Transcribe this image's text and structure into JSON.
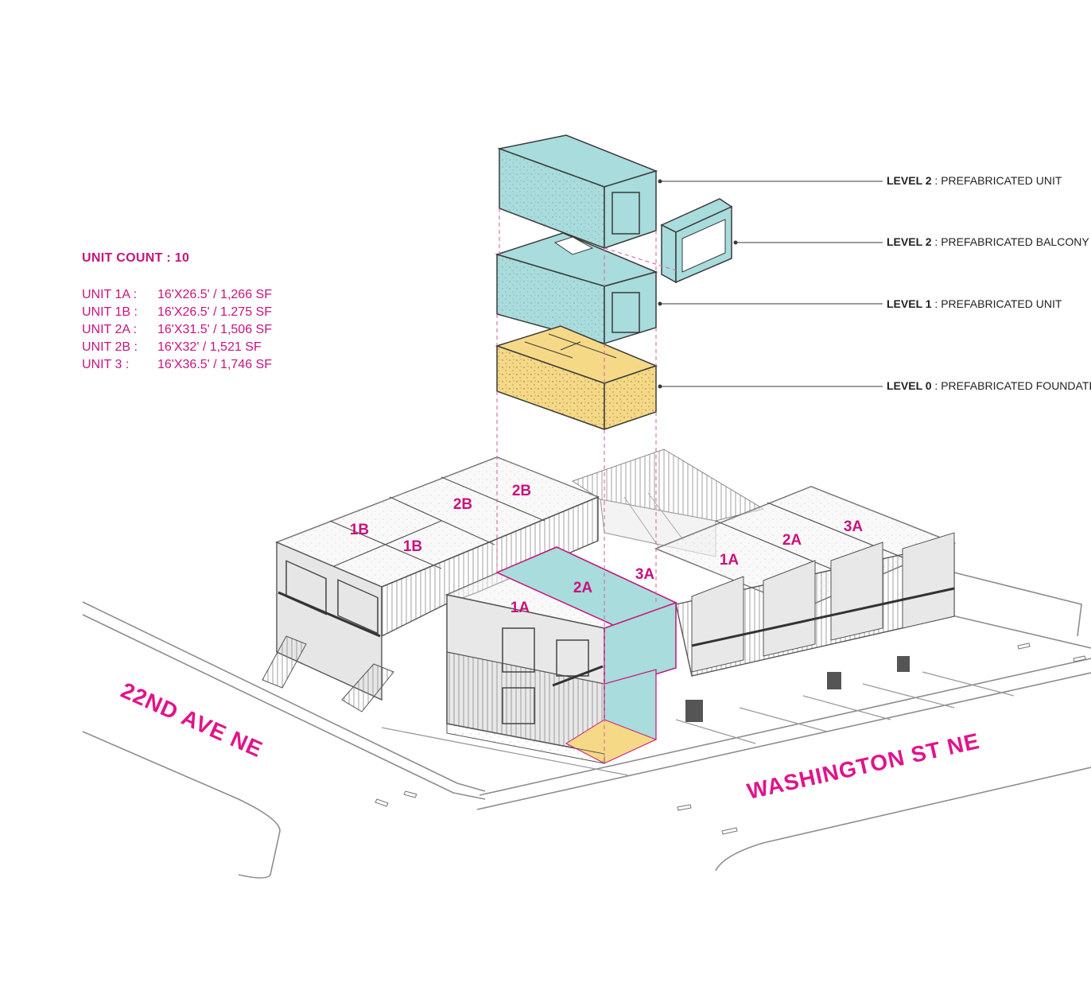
{
  "legend": {
    "unit_count": "UNIT COUNT : 10",
    "units": [
      {
        "name": "UNIT 1A :",
        "spec": "16'X26.5' / 1,266 SF"
      },
      {
        "name": "UNIT 1B :",
        "spec": "16'X26.5' / 1.275 SF"
      },
      {
        "name": "UNIT 2A :",
        "spec": "16'X31.5' / 1,506 SF"
      },
      {
        "name": "UNIT 2B :",
        "spec": "16'X32' / 1,521 SF"
      },
      {
        "name": "UNIT 3 :",
        "spec": "16'X36.5' / 1,746 SF"
      }
    ]
  },
  "callouts": [
    {
      "level": "LEVEL 2",
      "text": " : PREFABRICATED UNIT"
    },
    {
      "level": "LEVEL 2",
      "text": " : PREFABRICATED BALCONY"
    },
    {
      "level": "LEVEL 1",
      "text": " : PREFABRICATED UNIT"
    },
    {
      "level": "LEVEL 0",
      "text": " : PREFABRICATED FOUNDATION"
    }
  ],
  "roof_labels": [
    "1B",
    "1B",
    "2B",
    "2B",
    "1A",
    "2A",
    "3A",
    "1A",
    "2A",
    "3A"
  ],
  "streets": {
    "avenue": "22ND AVE NE",
    "street": "WASHINGTON ST NE"
  },
  "colors": {
    "accent_magenta": "#c8137c",
    "module_teal": "#a9dcdc",
    "foundation_yellow": "#f6d987",
    "line_dark": "#3a3a3a"
  }
}
